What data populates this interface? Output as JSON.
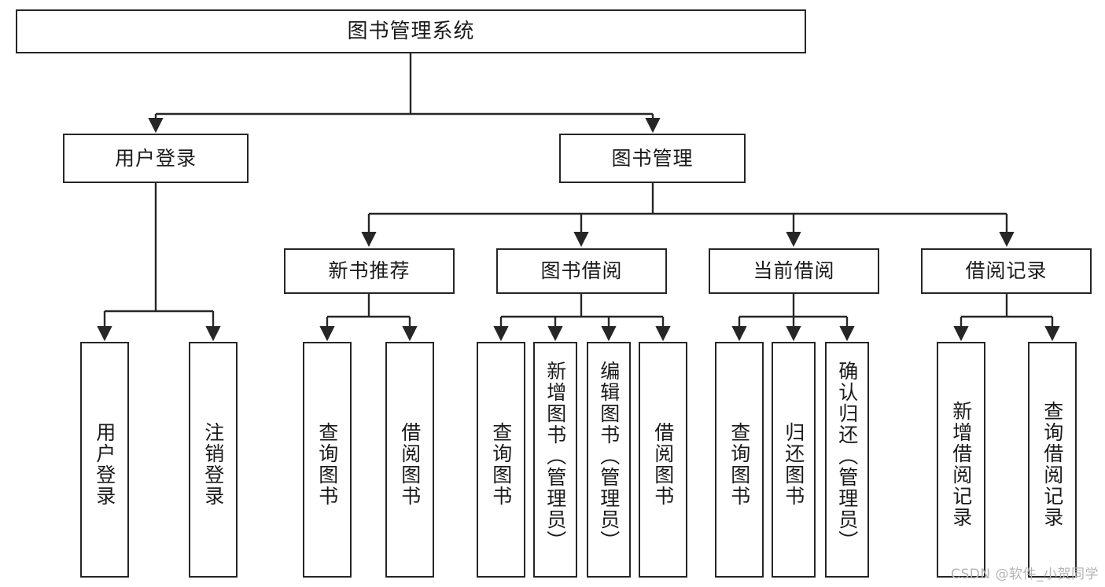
{
  "diagram": {
    "title": "图书管理系统",
    "type": "tree-hierarchy",
    "orientation": "top-down",
    "colors": {
      "box_border": "#262626",
      "box_fill": "#ffffff",
      "connector": "#262626",
      "text": "#1a1a1a",
      "watermark": "#b4b4b4",
      "background": "#ffffff"
    },
    "nodes": {
      "root": {
        "label": "图书管理系统"
      },
      "level2": [
        {
          "id": "user-login",
          "label": "用户登录"
        },
        {
          "id": "book-management",
          "label": "图书管理"
        }
      ],
      "level3": [
        {
          "id": "new-book-recommend",
          "label": "新书推荐"
        },
        {
          "id": "book-borrow",
          "label": "图书借阅"
        },
        {
          "id": "current-borrow",
          "label": "当前借阅"
        },
        {
          "id": "borrow-record",
          "label": "借阅记录"
        }
      ],
      "leaves": {
        "user_login": [
          {
            "id": "leaf-user-login",
            "label": "用户登录"
          },
          {
            "id": "leaf-logout-login",
            "label": "注销登录"
          }
        ],
        "new_book_recommend": [
          {
            "id": "leaf-query-book-1",
            "label": "查询图书"
          },
          {
            "id": "leaf-borrow-book-1",
            "label": "借阅图书"
          }
        ],
        "book_borrow": [
          {
            "id": "leaf-query-book-2",
            "label": "查询图书"
          },
          {
            "id": "leaf-add-book",
            "label": "新增图书（管理员）"
          },
          {
            "id": "leaf-edit-book",
            "label": "编辑图书（管理员）"
          },
          {
            "id": "leaf-borrow-book-2",
            "label": "借阅图书"
          }
        ],
        "current_borrow": [
          {
            "id": "leaf-query-book-3",
            "label": "查询图书"
          },
          {
            "id": "leaf-return-book",
            "label": "归还图书"
          },
          {
            "id": "leaf-confirm-return",
            "label": "确认归还（管理员）"
          }
        ],
        "borrow_record": [
          {
            "id": "leaf-add-record",
            "label": "新增借阅记录"
          },
          {
            "id": "leaf-query-record",
            "label": "查询借阅记录"
          }
        ]
      }
    }
  },
  "watermark": {
    "text": "CSDN @软件_小贺同学"
  }
}
